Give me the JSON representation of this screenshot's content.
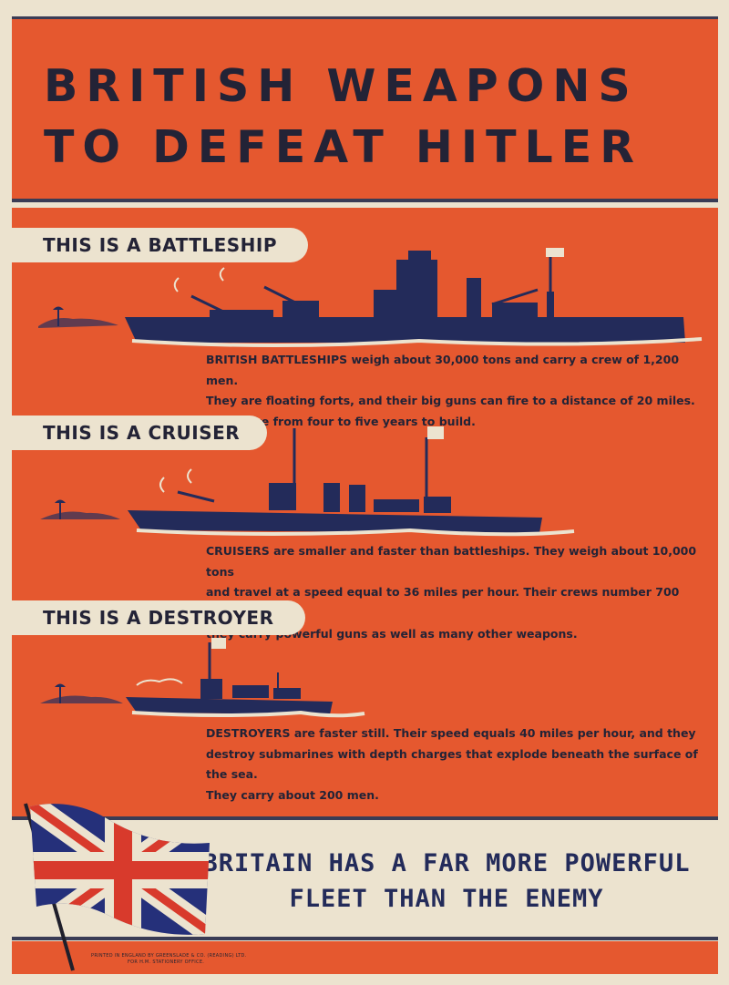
{
  "poster": {
    "title_line1": "BRITISH WEAPONS",
    "title_line2": "TO DEFEAT HITLER"
  },
  "sections": [
    {
      "label": "THIS IS A BATTLESHIP",
      "lines": [
        "BRITISH BATTLESHIPS weigh about 30,000 tons and carry a crew of 1,200 men.",
        "They are floating forts, and their big guns can fire to a distance of 20 miles.",
        "They take from four to five years to build."
      ]
    },
    {
      "label": "THIS IS A CRUISER",
      "lines": [
        "CRUISERS are smaller and faster than battleships.  They weigh about 10,000 tons",
        "and travel at a speed equal to 36 miles per hour.  Their crews number 700 men and",
        "they carry powerful guns as well as many other weapons."
      ]
    },
    {
      "label": "THIS IS A DESTROYER",
      "lines": [
        "DESTROYERS are faster still.  Their speed equals 40 miles per hour, and they",
        "destroy submarines with depth charges that explode beneath the surface of the sea.",
        "They carry about 200 men."
      ]
    }
  ],
  "slogan": {
    "line1": "BRITAIN HAS A FAR MORE POWERFUL",
    "line2": "FLEET THAN THE ENEMY"
  },
  "printer": {
    "line1": "PRINTED IN ENGLAND BY GREENSLADE & CO. (READING) LTD.",
    "line2": "FOR H.M. STATIONERY OFFICE."
  },
  "colors": {
    "background": "#ece3cf",
    "orange": "#e5582f",
    "navy": "#232b5a",
    "ink": "#232336"
  }
}
